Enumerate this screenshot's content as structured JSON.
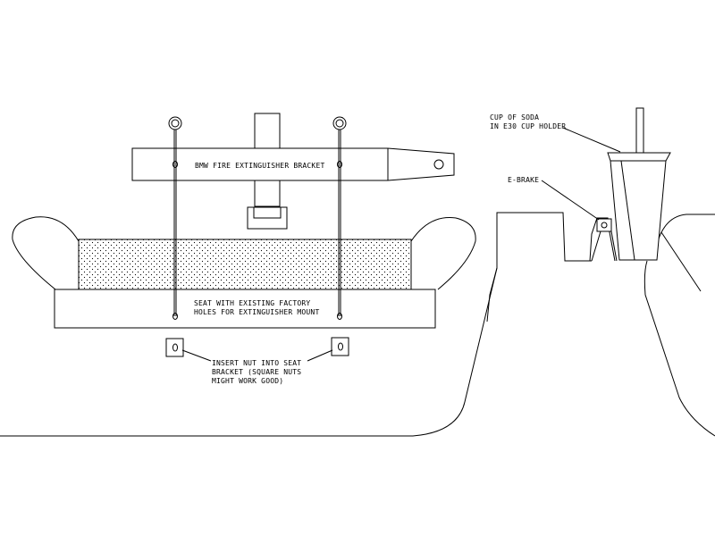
{
  "labels": {
    "bracket": "BMW FIRE EXTINGUISHER BRACKET",
    "seat_line1": "SEAT WITH EXISTING FACTORY",
    "seat_line2": "HOLES FOR EXTINGUISHER MOUNT",
    "nut_line1": "INSERT NUT INTO SEAT",
    "nut_line2": "BRACKET (SQUARE NUTS",
    "nut_line3": "MIGHT WORK GOOD)",
    "cup_line1": "CUP OF SODA",
    "cup_line2": "IN E30 CUP HOLDER",
    "ebrake": "E-BRAKE"
  }
}
